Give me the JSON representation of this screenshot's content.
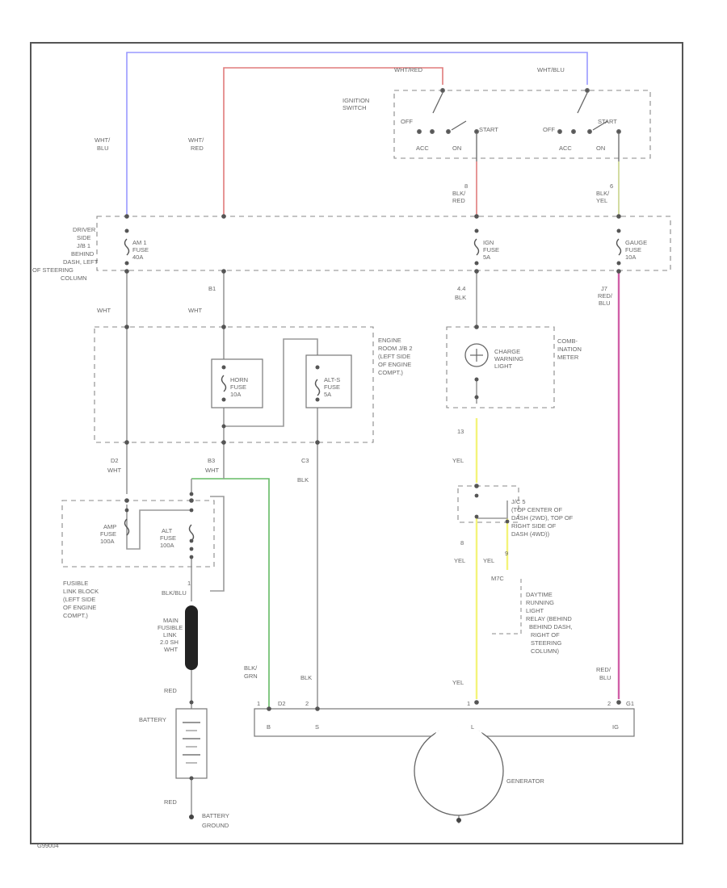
{
  "colors": {
    "frame": "#555555",
    "wire_blue": "#9999ff",
    "wire_red": "#e07b7b",
    "wire_green": "#66bb66",
    "wire_yellow": "#f4f47a",
    "wire_yellow_green": "#c8d48a",
    "wire_magenta": "#d060a8",
    "wire_black": "#9a9a9a"
  },
  "labels": {
    "ignition_switch": [
      "IGNITION",
      "SWITCH"
    ],
    "switch_left": {
      "off": "OFF",
      "start": "START",
      "acc": "ACC",
      "on": "ON"
    },
    "switch_right": {
      "off": "OFF",
      "start": "START",
      "acc": "ACC",
      "on": "ON"
    },
    "top_mid_wire": "WHT/RED",
    "top_right_wire": "WHT/BLU",
    "left_wire": [
      "WHT/",
      "BLU"
    ],
    "red_wire": [
      "WHT/",
      "RED"
    ],
    "ign_out_left": [
      "8",
      "BLK/",
      "RED"
    ],
    "ign_out_right": [
      "6",
      "BLK/",
      "YEL"
    ],
    "driver_jb": [
      "DRIVER",
      "SIDE",
      "J/B 1",
      "BEHIND",
      "DASH, LEFT",
      "OF STEERING",
      "COLUMN"
    ],
    "fuse_am1": [
      "AM 1",
      "FUSE",
      "40A"
    ],
    "fuse_ign": [
      "IGN",
      "FUSE",
      "5A"
    ],
    "fuse_gauge": [
      "GAUGE",
      "FUSE",
      "10A"
    ],
    "wire_b1": "B1",
    "wht_1": "WHT",
    "wht_2": "WHT",
    "wire_44": [
      "4.4",
      "BLK"
    ],
    "wire_j7": [
      "J7",
      "RED/",
      "BLU"
    ],
    "engine_jb": [
      "ENGINE",
      "ROOM J/B 2",
      "(LEFT SIDE",
      "OF ENGINE",
      "COMPT.)"
    ],
    "fuse_horn": [
      "HORN",
      "FUSE",
      "10A"
    ],
    "fuse_alt_s": [
      "ALT-S",
      "FUSE",
      "5A"
    ],
    "charge_light": [
      "CHARGE",
      "WARNING",
      "LIGHT"
    ],
    "combination_meter": [
      "COMB-",
      "INATION",
      "METER"
    ],
    "wire_d2": [
      "D2",
      "WHT"
    ],
    "wire_b3": [
      "B3",
      "WHT"
    ],
    "wire_c3": [
      "C3",
      "BLK"
    ],
    "wire_13": "13",
    "yel_1": "YEL",
    "fusible_block": [
      "FUSIBLE",
      "LINK BLOCK",
      "(LEFT SIDE",
      "OF ENGINE",
      "COMPT.)"
    ],
    "fuse_amp": [
      "AMP",
      "FUSE",
      "100A"
    ],
    "fuse_alt": [
      "ALT",
      "FUSE",
      "100A"
    ],
    "wire_blk_blu": [
      "1",
      "BLK/BLU"
    ],
    "jc": [
      "J/C 5",
      "(TOP CENTER OF",
      "DASH (2WD), TOP OF",
      "RIGHT SIDE OF",
      "DASH (4WD))"
    ],
    "yel_pins": [
      "8",
      "YEL",
      "9",
      "YEL"
    ],
    "wire_m7": "M7C",
    "drl_relay": [
      "DAYTIME",
      "RUNNING",
      "LIGHT",
      "RELAY (BEHIND",
      "BEHIND DASH,",
      "RIGHT OF",
      "STEERING",
      "COLUMN)"
    ],
    "main_fusible": [
      "MAIN",
      "FUSIBLE",
      "LINK",
      "2.0 SH",
      "WHT"
    ],
    "wire_blk_grn": [
      "BLK/",
      "GRN"
    ],
    "wire_blk": "BLK",
    "yel_2": "YEL",
    "wire_red_blu_2": [
      "RED/",
      "BLU"
    ],
    "gen_pins": [
      "1",
      "D2",
      "2",
      "1",
      "2",
      "G1"
    ],
    "gen_terms": [
      "B",
      "S",
      "L",
      "IG"
    ],
    "red_1": "RED",
    "battery": "BATTERY",
    "red_2": "RED",
    "battery_ground": [
      "BATTERY",
      "GROUND"
    ],
    "generator": "GENERATOR",
    "figure_id": "G99004"
  }
}
